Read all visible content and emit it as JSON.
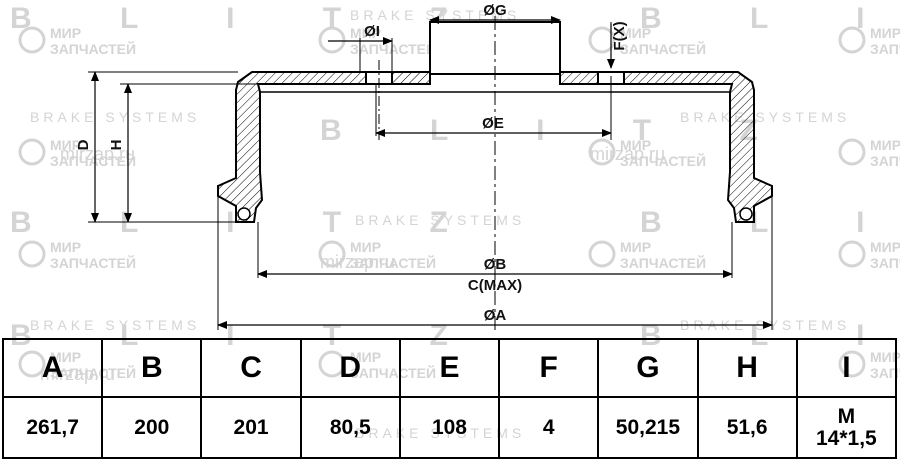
{
  "watermark": {
    "brand": "B L I T Z",
    "tagline": "BRAKE SYSTEMS",
    "logo_line1": "МИР",
    "logo_line2": "ЗАПЧАСТЕЙ",
    "site": "mirzap.ru",
    "color": "#d4d4d4"
  },
  "drawing": {
    "labels": {
      "G": "ØG",
      "I": "ØI",
      "F": "F(X)",
      "E": "ØE",
      "D": "D",
      "H": "H",
      "B": "ØB",
      "C": "C(MAX)",
      "A": "ØA"
    },
    "line_color": "#000000",
    "hatch_color": "#000000"
  },
  "table": {
    "headers": [
      "A",
      "B",
      "C",
      "D",
      "E",
      "F",
      "G",
      "H",
      "I"
    ],
    "values": [
      "261,7",
      "200",
      "201",
      "80,5",
      "108",
      "4",
      "50,215",
      "51,6",
      "M\n14*1,5"
    ]
  }
}
